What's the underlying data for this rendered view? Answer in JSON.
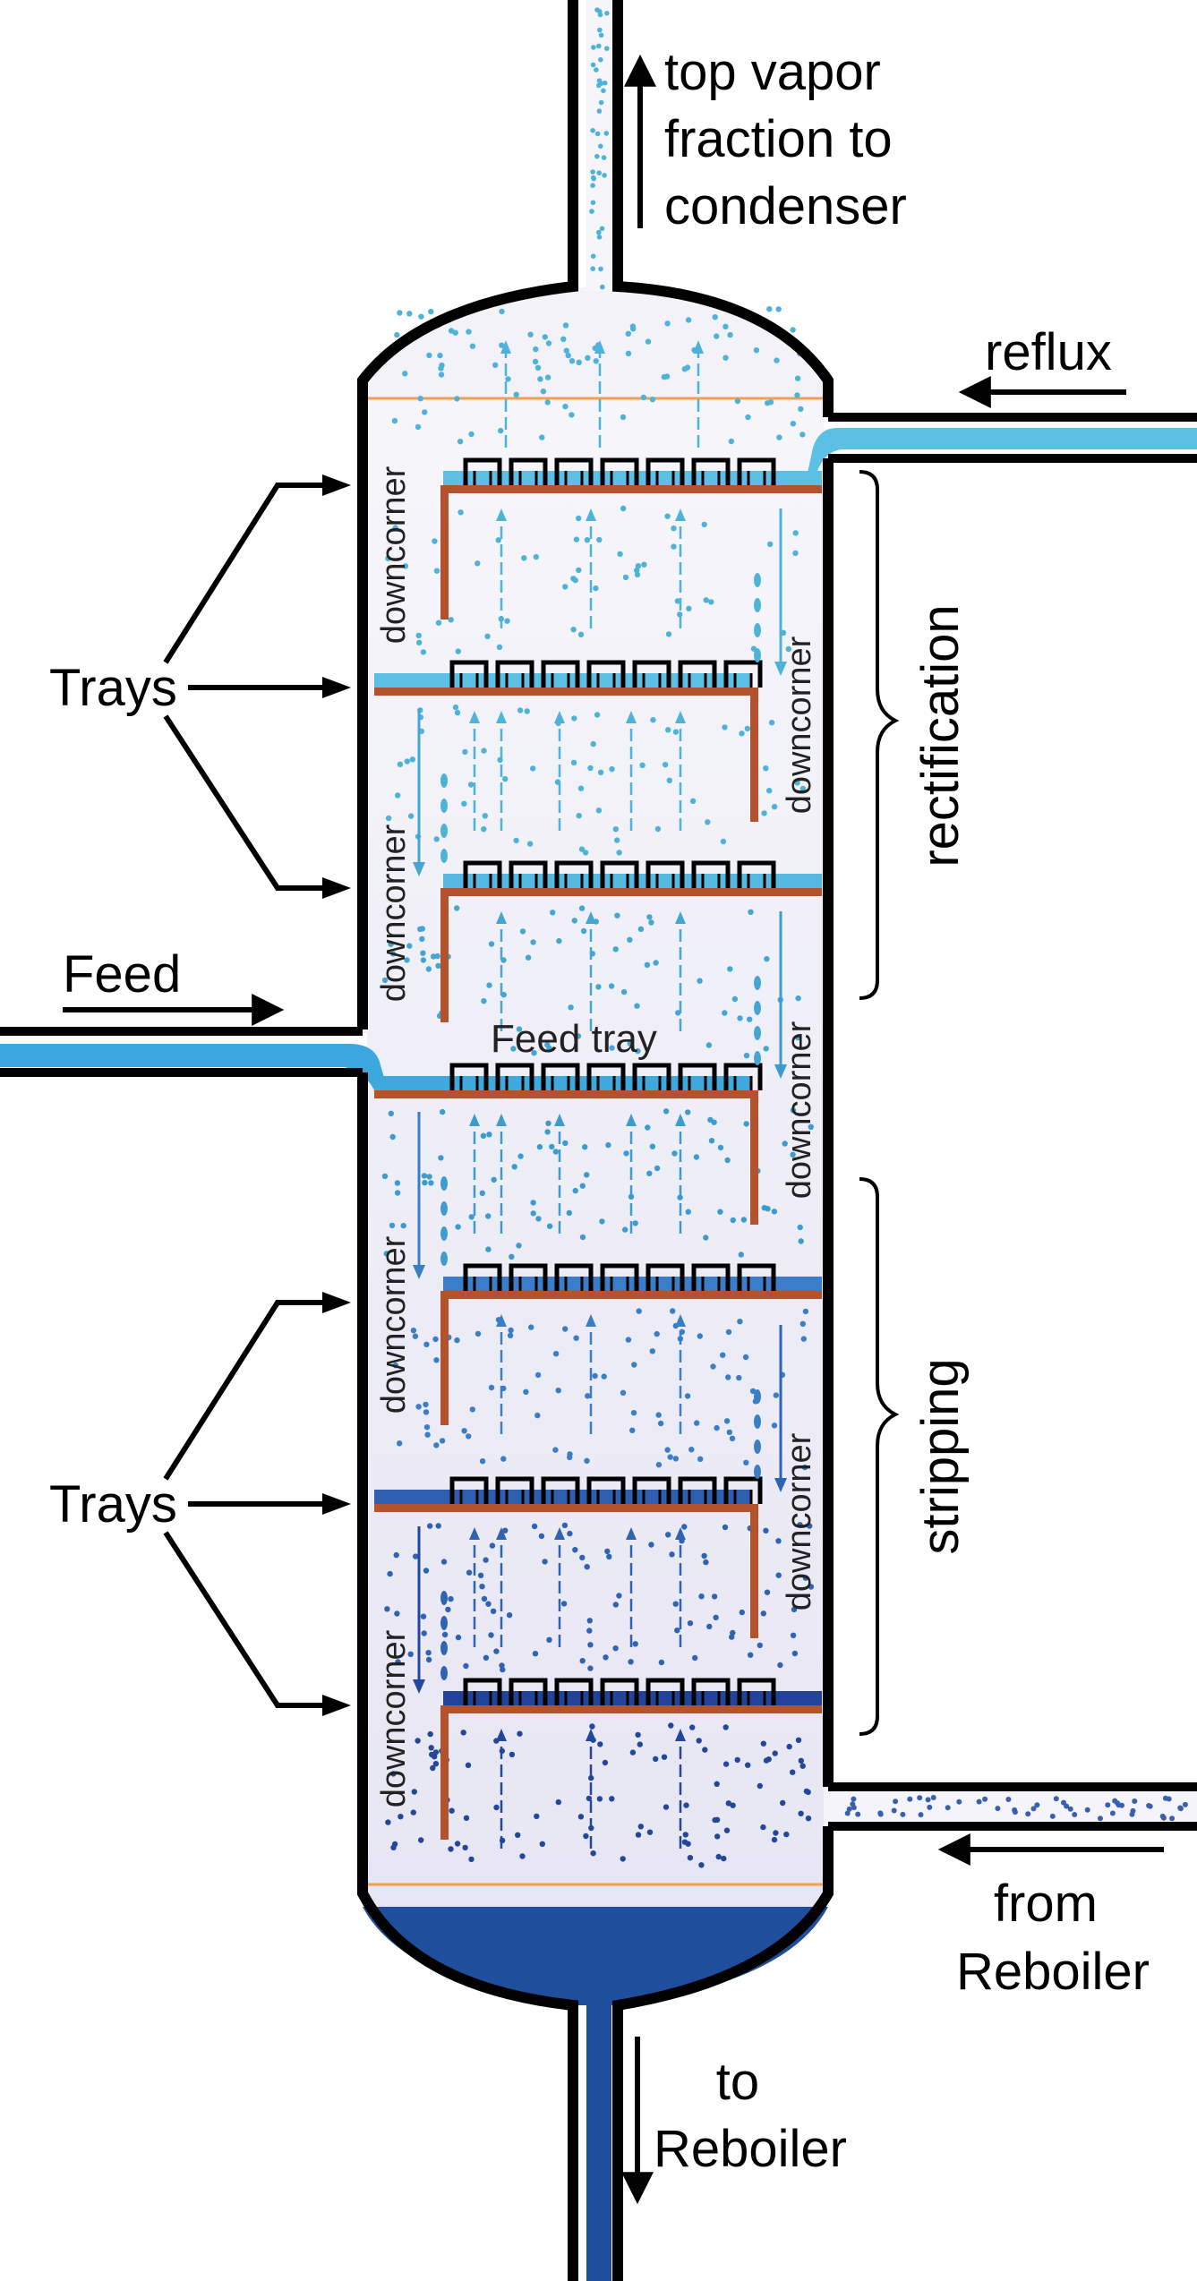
{
  "labels": {
    "top_vapor": [
      "top vapor",
      "fraction to",
      "condenser"
    ],
    "reflux": "reflux",
    "trays_upper": "Trays",
    "trays_lower": "Trays",
    "feed": "Feed",
    "feed_tray": "Feed tray",
    "rectification": "rectification",
    "stripping": "stripping",
    "from_reboiler": [
      "from",
      "Reboiler"
    ],
    "to_reboiler": [
      "to",
      "Reboiler"
    ],
    "downcorner": "downcorner"
  },
  "trays": [
    {
      "liquid_color": "#5bc0e3",
      "vapor_color": "#4fb3d9",
      "downcomer_side": "left"
    },
    {
      "liquid_color": "#5bc0e3",
      "vapor_color": "#4fb3d9",
      "downcomer_side": "right"
    },
    {
      "liquid_color": "#55b8e0",
      "vapor_color": "#45a6d4",
      "downcomer_side": "left"
    },
    {
      "liquid_color": "#3ea9dc",
      "vapor_color": "#3d9bd0",
      "downcomer_side": "right"
    },
    {
      "liquid_color": "#3a7dc8",
      "vapor_color": "#3a7ec6",
      "downcomer_side": "left"
    },
    {
      "liquid_color": "#2f5fb0",
      "vapor_color": "#2f63b3",
      "downcomer_side": "right"
    },
    {
      "liquid_color": "#22439a",
      "vapor_color": "#22479b",
      "downcomer_side": "left"
    }
  ],
  "colors": {
    "shell_outline": "#000000",
    "shell_fill": "#ecebf6",
    "tray_deck": "#b3532e",
    "bottoms_liquid": "#1f4e9c",
    "reflux_liquid": "#5bc0e3",
    "feed_liquid": "#3aa8de",
    "level_line": "#f0a050"
  }
}
